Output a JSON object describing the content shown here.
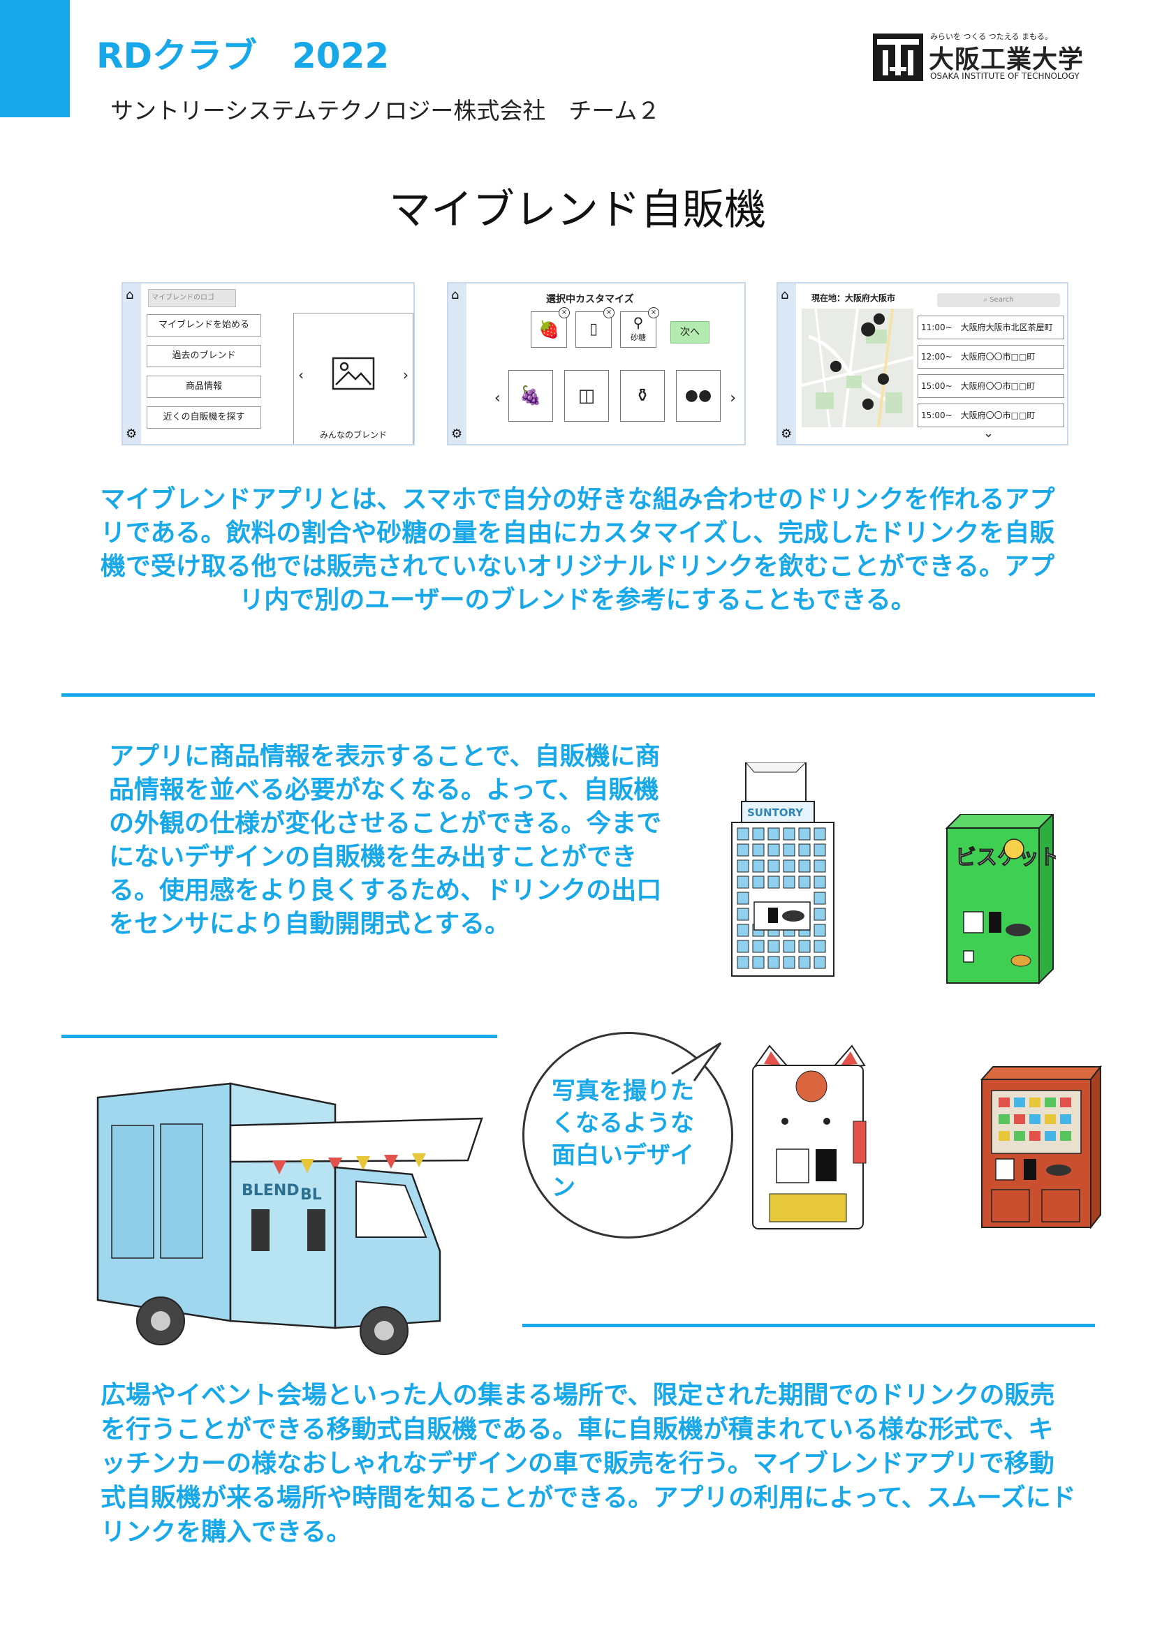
{
  "header": {
    "club_title": "RDクラブ　2022",
    "team": "サントリーシステムテクノロジー株式会社　チーム２"
  },
  "logo": {
    "slogan": "みらいを つくる つたえる まもる。",
    "name": "大阪工業大学",
    "english": "OSAKA INSTITUTE OF TECHNOLOGY"
  },
  "title": "マイブレンド自販機",
  "screens": {
    "menu": {
      "logo_label": "マイブレンドのロゴ",
      "buttons": [
        "マイブレンドを始める",
        "過去のブレンド",
        "商品情報",
        "近くの自販機を探す"
      ],
      "gallery_label": "みんなのブレンド"
    },
    "customize": {
      "heading": "選択中カスタマイズ",
      "sugar_label": "砂糖",
      "next_button": "次へ"
    },
    "finder": {
      "location": "現在地：大阪府大阪市",
      "search_placeholder": "Search",
      "schedule": [
        "11:00~　大阪府大阪市北区茶屋町",
        "12:00~　大阪府〇〇市□□町",
        "15:00~　大阪府〇〇市□□町",
        "15:00~　大阪府〇〇市□□町"
      ]
    }
  },
  "paragraphs": {
    "app_intro": "マイブレンドアプリとは、スマホで自分の好きな組み合わせのドリンクを作れるアプリである。飲料の割合や砂糖の量を自由にカスタマイズし、完成したドリンクを自販機で受け取る他では販売されていないオリジナルドリンクを飲むことができる。アプリ内で別のユーザーのブレンドを参考にすることもできる。",
    "design": "アプリに商品情報を表示することで、自販機に商品情報を並べる必要がなくなる。よって、自販機の外観の仕様が変化させることができる。今までにないデザインの自販機を生み出すことができる。使用感をより良くするため、ドリンクの出口をセンサにより自動開閉式とする。",
    "mobile": "広場やイベント会場といった人の集まる場所で、限定された期間でのドリンクの販売を行うことができる移動式自販機である。車に自販機が積まれている様な形式で、キッチンカーの様なおしゃれなデザインの車で販売を行う。マイブレンドアプリで移動式自販機が来る場所や時間を知ることができる。アプリの利用によって、スムーズにドリンクを購入できる。"
  },
  "bubble": "写真を撮りたくなるような面白いデザイン",
  "illustrations": {
    "building_sign": "SUNTORY",
    "biscuit_label": "ビスケット",
    "truck_sign_1": "BLEND",
    "truck_sign_2": "BL"
  },
  "colors": {
    "accent": "#17a8ea"
  }
}
